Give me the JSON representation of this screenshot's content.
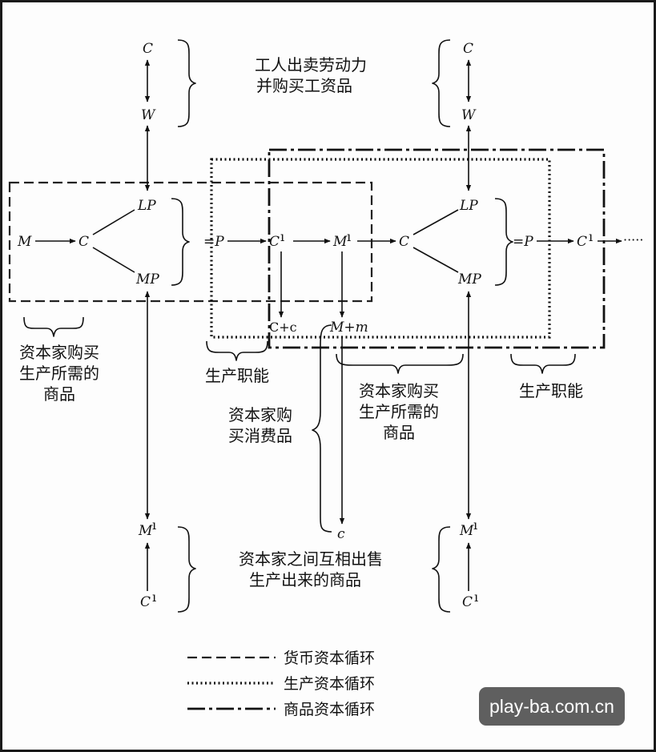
{
  "nodes": {
    "c_top_left": "C",
    "w_left": "W",
    "c_top_right": "C",
    "w_right": "W",
    "m_start": "M",
    "c_buy_left": "C",
    "lp_left": "LP",
    "mp_left": "MP",
    "p_left": "=P",
    "c_prime_mid": "C",
    "m_prime_mid": "M",
    "c_buy_right": "C",
    "lp_right": "LP",
    "mp_right": "MP",
    "p_right": "=P",
    "c_prime_end": "C",
    "continuation": "·····",
    "c_plus_c": "C+c",
    "m_plus_m": "M+m",
    "c_small": "c",
    "m_prime_left_bottom": "M",
    "c_prime_left_bottom": "C",
    "m_prime_right_bottom": "M",
    "c_prime_right_bottom": "C",
    "prime_mark": "ı"
  },
  "labels": {
    "workers_line1": "工人出卖劳动力",
    "workers_line2": "并购买工资品",
    "capitalist_buy_left_l1": "资本家购买",
    "capitalist_buy_left_l2": "生产所需的",
    "capitalist_buy_left_l3": "商品",
    "production_func_left": "生产职能",
    "capitalist_buy_right_l1": "资本家购买",
    "capitalist_buy_right_l2": "生产所需的",
    "capitalist_buy_right_l3": "商品",
    "production_func_right": "生产职能",
    "capitalist_consume_l1": "资本家购",
    "capitalist_consume_l2": "买消费品",
    "mutual_sale_l1": "资本家之间互相出售",
    "mutual_sale_l2": "生产出来的商品"
  },
  "legend": {
    "money_capital": "货币资本循环",
    "production_capital": "生产资本循环",
    "commodity_capital": "商品资本循环"
  },
  "watermark": "play-ba.com.cn"
}
